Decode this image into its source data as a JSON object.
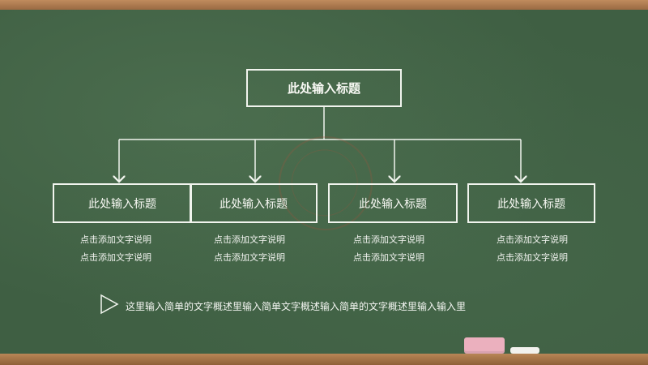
{
  "diagram": {
    "root_title": "此处输入标题",
    "children": [
      {
        "title": "此处输入标题",
        "desc_line_1": "点击添加文字说明",
        "desc_line_2": "点击添加文字说明"
      },
      {
        "title": "此处输入标题",
        "desc_line_1": "点击添加文字说明",
        "desc_line_2": "点击添加文字说明"
      },
      {
        "title": "此处输入标题",
        "desc_line_1": "点击添加文字说明",
        "desc_line_2": "点击添加文字说明"
      },
      {
        "title": "此处输入标题",
        "desc_line_1": "点击添加文字说明",
        "desc_line_2": "点击添加文字说明"
      }
    ],
    "bottom_note": "这里输入简单的文字概述里输入简单文字概述输入简单的文字概述里输入输入里"
  },
  "colors": {
    "board": "#3f5f43",
    "chalk_line": "#f1f4ee",
    "frame": "#a8774f",
    "eraser": "#ebb0be"
  }
}
